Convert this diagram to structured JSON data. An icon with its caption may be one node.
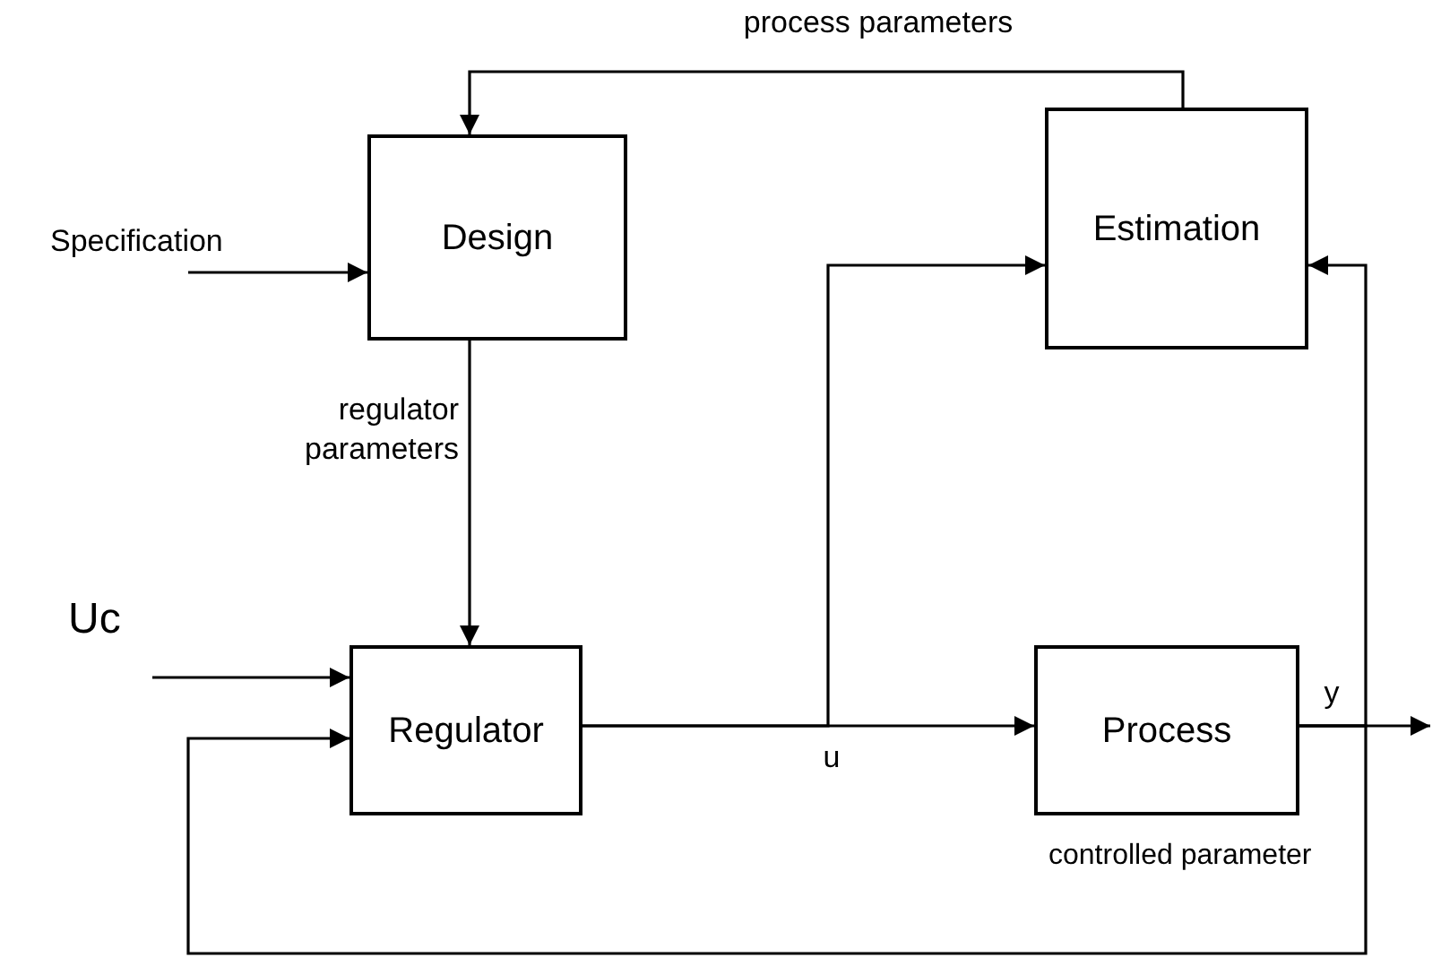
{
  "diagram": {
    "nodes": [
      {
        "text": [
          "Design"
        ]
      },
      {
        "text": [
          "Estimation"
        ]
      },
      {
        "text": [
          "Regulator"
        ]
      },
      {
        "text": [
          "Process"
        ],
        "beside": [
          "controlled parameter"
        ]
      }
    ],
    "edges": [
      {
        "from": null,
        "to": 0,
        "arrow": "to",
        "label": "Specification"
      },
      {
        "from": 1,
        "to": 0,
        "arrow": "to",
        "label": "process parameters"
      },
      {
        "from": 0,
        "to": 2,
        "arrow": "to",
        "label": "regulator parameters"
      },
      {
        "from": null,
        "to": 2,
        "arrow": "to",
        "label": "Uc"
      },
      {
        "from": 2,
        "to": 3,
        "arrow": "to",
        "label": "u"
      },
      {
        "from": 2,
        "to": 1,
        "arrow": "to"
      },
      {
        "from": 3,
        "to": null,
        "arrow": "to",
        "label": "y"
      },
      {
        "from": 3,
        "to": 1,
        "arrow": "to"
      },
      {
        "from": 3,
        "to": 2,
        "arrow": "to"
      }
    ]
  }
}
